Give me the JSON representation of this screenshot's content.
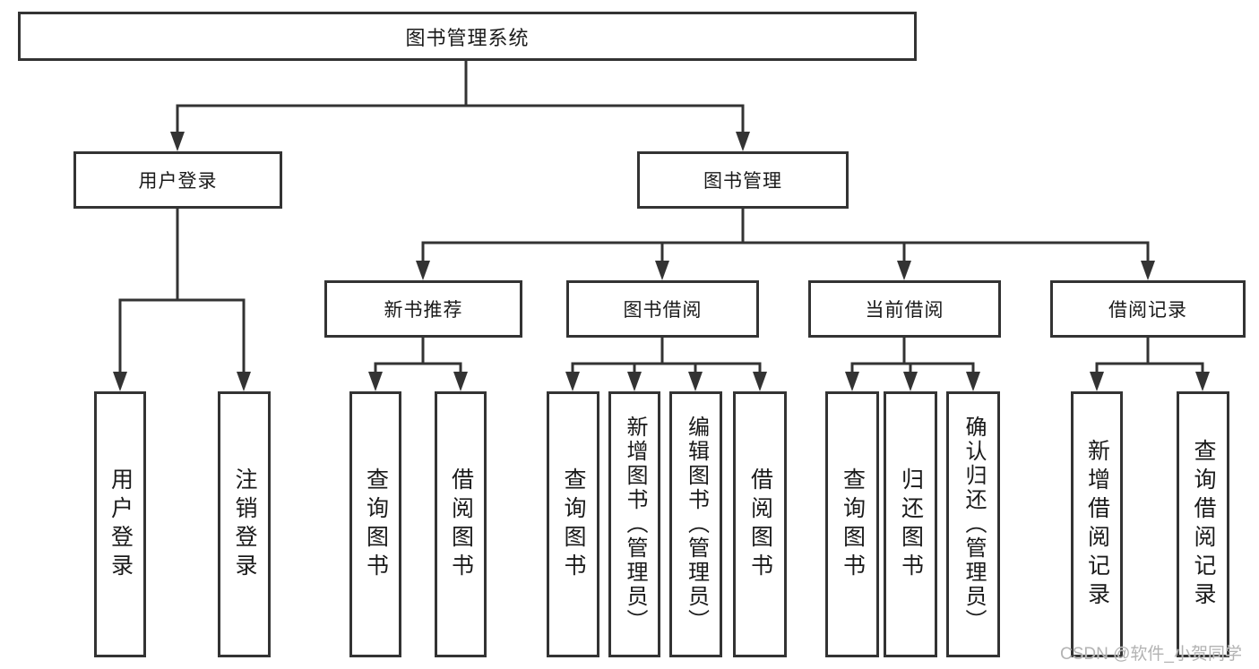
{
  "diagram_title": "图书管理系统",
  "colors": {
    "line": "#333333",
    "box_border": "#333333",
    "text": "#1a1a1a",
    "background": "#ffffff",
    "watermark": "#b3b3b3"
  },
  "tree": {
    "label": "图书管理系统",
    "children": [
      {
        "label": "用户登录",
        "children": [
          {
            "label": "用户登录"
          },
          {
            "label": "注销登录"
          }
        ]
      },
      {
        "label": "图书管理",
        "children": [
          {
            "label": "新书推荐",
            "children": [
              {
                "label": "查询图书"
              },
              {
                "label": "借阅图书"
              }
            ]
          },
          {
            "label": "图书借阅",
            "children": [
              {
                "label": "查询图书"
              },
              {
                "label": "新增图书（管理员）"
              },
              {
                "label": "编辑图书（管理员）"
              },
              {
                "label": "借阅图书"
              }
            ]
          },
          {
            "label": "当前借阅",
            "children": [
              {
                "label": "查询图书"
              },
              {
                "label": "归还图书"
              },
              {
                "label": "确认归还（管理员）"
              }
            ]
          },
          {
            "label": "借阅记录",
            "children": [
              {
                "label": "新增借阅记录"
              },
              {
                "label": "查询借阅记录"
              }
            ]
          }
        ]
      }
    ]
  },
  "watermark": {
    "text": "CSDN @软件_小贺同学"
  }
}
